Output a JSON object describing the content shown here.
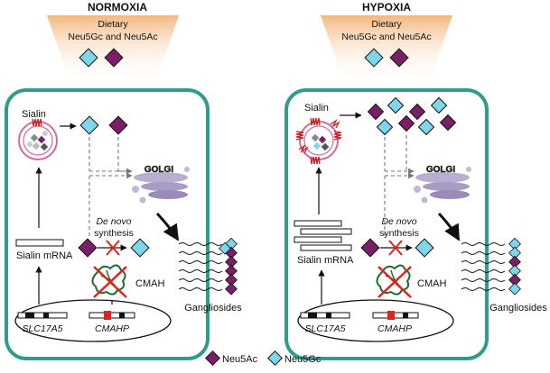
{
  "panels": [
    {
      "title": "NORMOXIA",
      "dietary": [
        "Dietary",
        "Neu5Gc and Neu5Ac"
      ],
      "sialin": "Sialin",
      "golgi": "GOLGI",
      "de_novo_line1": "De novo",
      "de_novo_line2": "synthesis",
      "sialin_mrna": "Sialin mRNA",
      "cmah": "CMAH",
      "gangliosides": "Gangliosides",
      "gene1": "SLC17A5",
      "gene2": "CMAHP"
    },
    {
      "title": "HYPOXIA",
      "dietary": [
        "Dietary",
        "Neu5Gc and Neu5Ac"
      ],
      "sialin": "Sialin",
      "golgi": "GOLGI",
      "de_novo_line1": "De novo",
      "de_novo_line2": "synthesis",
      "sialin_mrna": "Sialin mRNA",
      "cmah": "CMAH",
      "gangliosides": "Gangliosides",
      "gene1": "SLC17A5",
      "gene2": "CMAHP"
    }
  ],
  "legend": [
    {
      "label": "Neu5Ac",
      "color": "#7a1f66"
    },
    {
      "label": "Neu5Gc",
      "color": "#7fd6ea"
    }
  ],
  "colors": {
    "cell_border": "#2e9e8a",
    "neu5ac": "#7a1f66",
    "neu5gc": "#7fd6ea",
    "dietary_gradient": "#f6c79a",
    "inhibit_x": "#e0231d",
    "sialin_red": "#c9201f",
    "golgi": "#a89bc4"
  }
}
